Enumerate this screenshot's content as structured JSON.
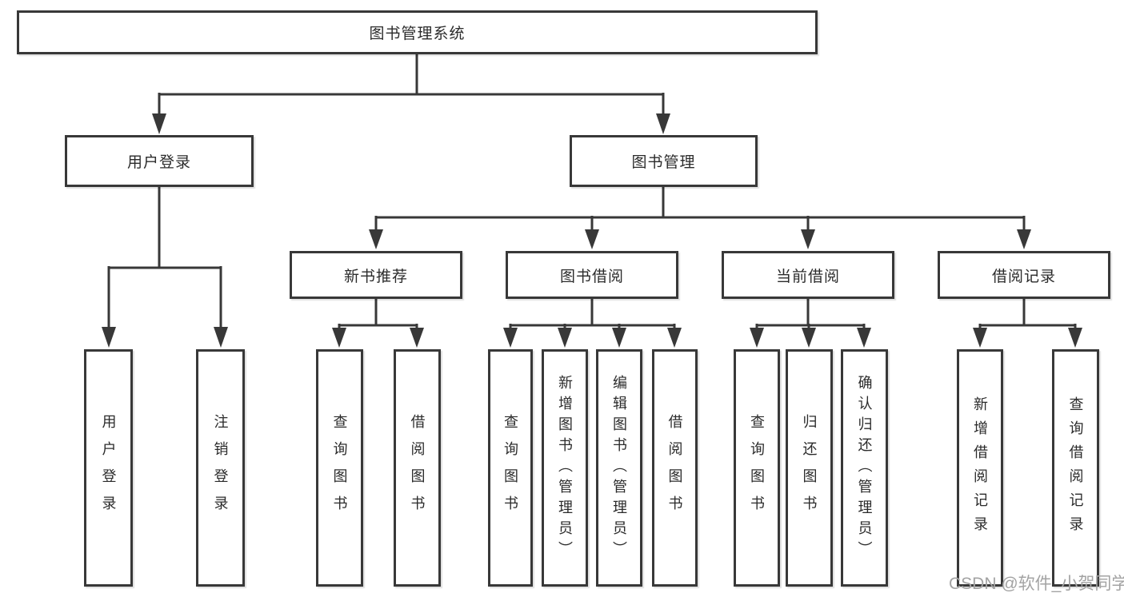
{
  "watermark": "CSDN @软件_小贺同学",
  "colors": {
    "line": "#383838",
    "box_border": "#383838",
    "text": "#2b2b2b",
    "watermark": "#a3a3a3",
    "background": "#ffffff"
  },
  "tree": {
    "root": "图书管理系统",
    "branches": [
      {
        "label": "用户登录",
        "children": [
          "用户登录",
          "注销登录"
        ]
      },
      {
        "label": "图书管理",
        "groups": [
          {
            "label": "新书推荐",
            "children": [
              "查询图书",
              "借阅图书"
            ]
          },
          {
            "label": "图书借阅",
            "children": [
              "查询图书",
              "新增图书（管理员）",
              "编辑图书（管理员）",
              "借阅图书"
            ]
          },
          {
            "label": "当前借阅",
            "children": [
              "查询图书",
              "归还图书",
              "确认归还（管理员）"
            ]
          },
          {
            "label": "借阅记录",
            "children": [
              "新增借阅记录",
              "查询借阅记录"
            ]
          }
        ]
      }
    ]
  }
}
